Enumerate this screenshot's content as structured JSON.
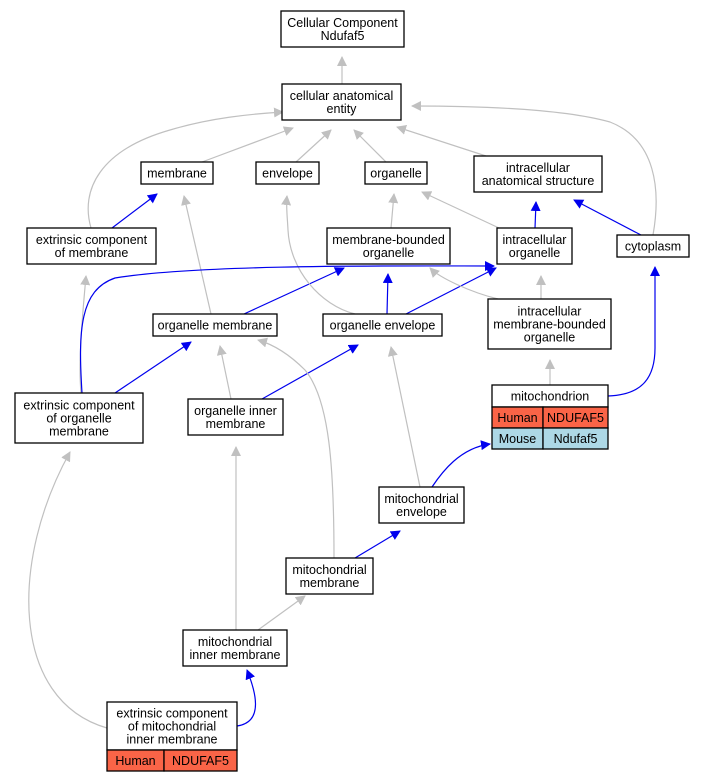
{
  "graph": {
    "colors": {
      "is_a": "#c0c0c0",
      "part_of": "#0000ee",
      "human": "#fa6447",
      "mouse": "#add8e6"
    },
    "nodes": {
      "root": {
        "lines": [
          "Cellular Component",
          "Ndufaf5"
        ]
      },
      "cae": {
        "lines": [
          "cellular anatomical",
          "entity"
        ]
      },
      "membrane": {
        "lines": [
          "membrane"
        ]
      },
      "envelope": {
        "lines": [
          "envelope"
        ]
      },
      "organelle": {
        "lines": [
          "organelle"
        ]
      },
      "ias": {
        "lines": [
          "intracellular",
          "anatomical structure"
        ]
      },
      "ecm": {
        "lines": [
          "extrinsic component",
          "of membrane"
        ]
      },
      "mbo": {
        "lines": [
          "membrane-bounded",
          "organelle"
        ]
      },
      "io": {
        "lines": [
          "intracellular",
          "organelle"
        ]
      },
      "cytoplasm": {
        "lines": [
          "cytoplasm"
        ]
      },
      "om": {
        "lines": [
          "organelle membrane"
        ]
      },
      "oe": {
        "lines": [
          "organelle envelope"
        ]
      },
      "imbo": {
        "lines": [
          "intracellular",
          "membrane-bounded",
          "organelle"
        ]
      },
      "mito": {
        "lines": [
          "mitochondrion"
        ],
        "rows": [
          {
            "species": "Human",
            "gene": "NDUFAF5",
            "color": "#fa6447"
          },
          {
            "species": "Mouse",
            "gene": "Ndufaf5",
            "color": "#add8e6"
          }
        ]
      },
      "ecom": {
        "lines": [
          "extrinsic component",
          "of organelle",
          "membrane"
        ]
      },
      "oim": {
        "lines": [
          "organelle inner",
          "membrane"
        ]
      },
      "me": {
        "lines": [
          "mitochondrial",
          "envelope"
        ]
      },
      "mm": {
        "lines": [
          "mitochondrial",
          "membrane"
        ]
      },
      "mim": {
        "lines": [
          "mitochondrial",
          "inner membrane"
        ]
      },
      "ecmim": {
        "lines": [
          "extrinsic component",
          "of mitochondrial",
          "inner membrane"
        ],
        "rows": [
          {
            "species": "Human",
            "gene": "NDUFAF5",
            "color": "#fa6447"
          }
        ]
      }
    },
    "edges": [
      {
        "from": "cae",
        "to": "root",
        "rel": "is_a"
      },
      {
        "from": "membrane",
        "to": "cae",
        "rel": "is_a"
      },
      {
        "from": "envelope",
        "to": "cae",
        "rel": "is_a"
      },
      {
        "from": "organelle",
        "to": "cae",
        "rel": "is_a"
      },
      {
        "from": "ias",
        "to": "cae",
        "rel": "is_a"
      },
      {
        "from": "cytoplasm",
        "to": "cae",
        "rel": "is_a"
      },
      {
        "from": "ecm",
        "to": "cae",
        "rel": "is_a"
      },
      {
        "from": "ecm",
        "to": "membrane",
        "rel": "part_of"
      },
      {
        "from": "mbo",
        "to": "organelle",
        "rel": "is_a"
      },
      {
        "from": "io",
        "to": "organelle",
        "rel": "is_a"
      },
      {
        "from": "io",
        "to": "ias",
        "rel": "part_of"
      },
      {
        "from": "cytoplasm",
        "to": "ias",
        "rel": "part_of"
      },
      {
        "from": "om",
        "to": "membrane",
        "rel": "is_a"
      },
      {
        "from": "om",
        "to": "mbo",
        "rel": "part_of"
      },
      {
        "from": "oe",
        "to": "envelope",
        "rel": "is_a"
      },
      {
        "from": "oe",
        "to": "mbo",
        "rel": "part_of"
      },
      {
        "from": "oe",
        "to": "io",
        "rel": "part_of"
      },
      {
        "from": "imbo",
        "to": "mbo",
        "rel": "is_a"
      },
      {
        "from": "imbo",
        "to": "io",
        "rel": "is_a"
      },
      {
        "from": "ecom",
        "to": "ecm",
        "rel": "is_a"
      },
      {
        "from": "ecom",
        "to": "om",
        "rel": "part_of"
      },
      {
        "from": "ecom",
        "to": "io",
        "rel": "part_of"
      },
      {
        "from": "oim",
        "to": "om",
        "rel": "is_a"
      },
      {
        "from": "oim",
        "to": "oe",
        "rel": "part_of"
      },
      {
        "from": "mito",
        "to": "imbo",
        "rel": "is_a"
      },
      {
        "from": "mito",
        "to": "cytoplasm",
        "rel": "part_of"
      },
      {
        "from": "me",
        "to": "oe",
        "rel": "is_a"
      },
      {
        "from": "me",
        "to": "mito",
        "rel": "part_of"
      },
      {
        "from": "mm",
        "to": "om",
        "rel": "is_a"
      },
      {
        "from": "mm",
        "to": "me",
        "rel": "part_of"
      },
      {
        "from": "mim",
        "to": "oim",
        "rel": "is_a"
      },
      {
        "from": "mim",
        "to": "mm",
        "rel": "is_a"
      },
      {
        "from": "ecmim",
        "to": "ecom",
        "rel": "is_a"
      },
      {
        "from": "ecmim",
        "to": "mim",
        "rel": "part_of"
      }
    ]
  }
}
